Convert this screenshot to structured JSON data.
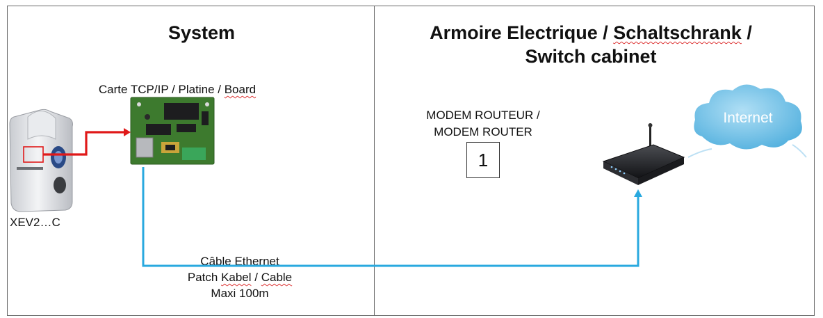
{
  "sections": {
    "left_title": "System",
    "right_title_line1_a": "Armoire Electrique / ",
    "right_title_line1_b": "Schaltschrank",
    "right_title_line1_c": " /",
    "right_title_line2": "Switch cabinet"
  },
  "board": {
    "label_a": "Carte TCP/IP / Platine / ",
    "label_b": "Board"
  },
  "device": {
    "label": "XEV2…C"
  },
  "router": {
    "label_line1": "MODEM ROUTEUR /",
    "label_line2": "MODEM ROUTER",
    "number": "1"
  },
  "cloud": {
    "label": "Internet"
  },
  "cable": {
    "line1": "Câble Ethernet",
    "line2_a": "Patch ",
    "line2_b": "Kabel",
    "line2_c": " / ",
    "line2_d": "Cable",
    "line3": "Maxi 100m"
  },
  "colors": {
    "serial_link": "#e01919",
    "ethernet_link": "#29a9df",
    "cloud": "#6fc3ea"
  }
}
